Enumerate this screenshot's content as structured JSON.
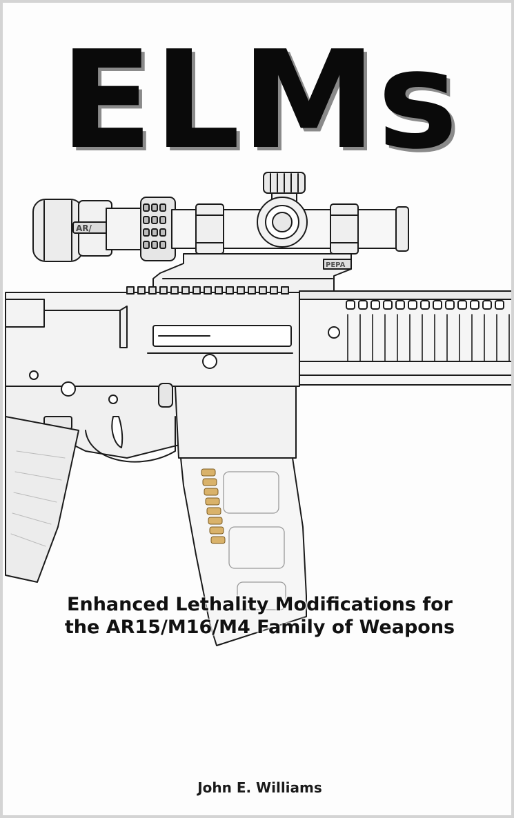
{
  "book": {
    "title": "ELMs",
    "subtitle_line1": "Enhanced Lethality Modifications for",
    "subtitle_line2": "the AR15/M16/M4 Family of Weapons",
    "author": "John E. Williams"
  },
  "illustration": {
    "subject": "rifle-with-scope-line-drawing",
    "scope_marking": "AR/",
    "mount_marking": "PEPA"
  },
  "colors": {
    "ink": "#1a1a1a",
    "title": "#0a0a0a",
    "title_shadow": "#8a8a8a",
    "paper": "#fdfdfd",
    "border": "#d4d4d4"
  }
}
